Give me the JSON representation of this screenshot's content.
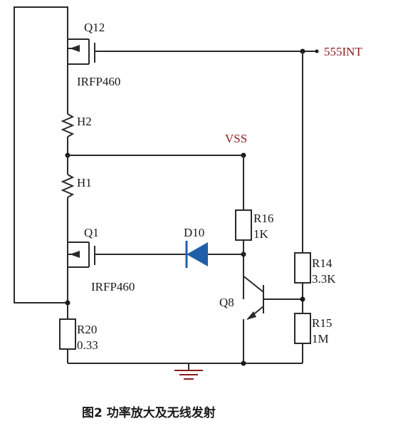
{
  "components": {
    "q12": {
      "name": "Q12",
      "part": "IRFP460"
    },
    "q1": {
      "name": "Q1",
      "part": "IRFP460"
    },
    "h2": {
      "name": "H2"
    },
    "h1": {
      "name": "H1"
    },
    "r16": {
      "name": "R16",
      "value": "1K"
    },
    "d10": {
      "name": "D10"
    },
    "r14": {
      "name": "R14",
      "value": "3.3K"
    },
    "q8": {
      "name": "Q8"
    },
    "r15": {
      "name": "R15",
      "value": "1M"
    },
    "r20": {
      "name": "R20",
      "value": "0.33"
    }
  },
  "nets": {
    "vss": "VSS",
    "int555": "555INT"
  },
  "caption": "图2 功率放大及无线发射",
  "colors": {
    "wire": "#2a2a2a",
    "diode": "#1f5fa8",
    "net_label": "#8a1c1c"
  }
}
